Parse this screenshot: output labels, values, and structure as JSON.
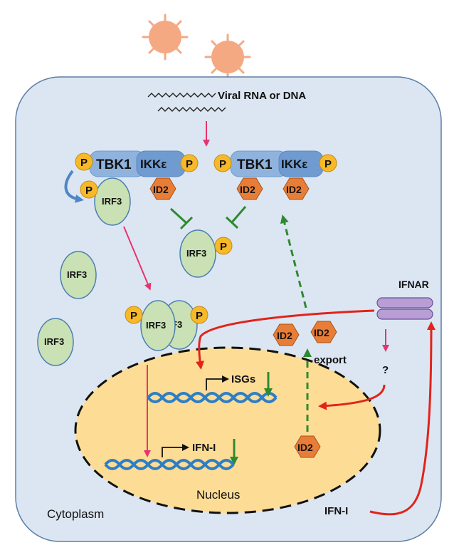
{
  "labels": {
    "viral": "Viral RNA or DNA",
    "tbk1": "TBK1",
    "ikke": "IKKε",
    "p": "P",
    "irf3": "IRF3",
    "irf3_partial": "F3",
    "id2": "ID2",
    "ifnar": "IFNAR",
    "export": "export",
    "question": "?",
    "isgs": "ISGs",
    "ifn_i_gene": "IFN-I",
    "nucleus": "Nucleus",
    "cytoplasm": "Cytoplasm",
    "ifn_i_out": "IFN-I"
  },
  "colors": {
    "cell_fill": "#dce6f2",
    "cell_stroke": "#5b7fa6",
    "nucleus_fill": "#fddd96",
    "virus": "#f4a983",
    "kinase": "#8fb3dd",
    "kinase_dark": "#6f9bd0",
    "phospho": "#f7b928",
    "irf3": "#c9e1b4",
    "id2": "#e87d37",
    "receptor": "#b99ed6",
    "dna": "#2e7ec4",
    "pink_arrow": "#e8336e",
    "red_arrow": "#e2231a",
    "green": "#2f8a2f"
  }
}
